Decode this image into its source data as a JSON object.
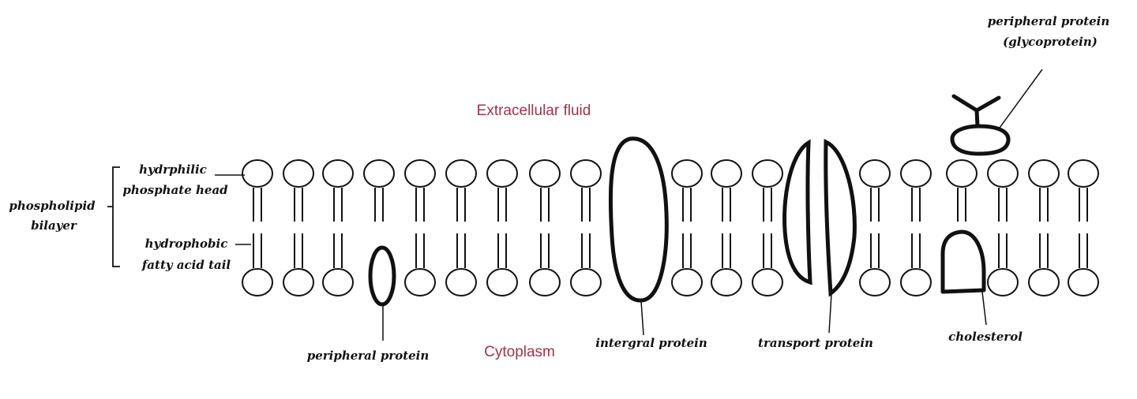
{
  "regions": {
    "extracellular": "Extracellular fluid",
    "cytoplasm": "Cytoplasm"
  },
  "labels": {
    "hydrophilic_line1": "hydrphilic",
    "hydrophilic_line2": "phosphate head",
    "hydrophobic_line1": "hydrophobic",
    "hydrophobic_line2": "fatty acid tail",
    "bilayer_line1": "phospholipid",
    "bilayer_line2": "bilayer",
    "peripheral_protein": "peripheral protein",
    "integral_protein": "intergral protein",
    "transport_protein": "transport protein",
    "cholesterol": "cholesterol",
    "glyco_line1": "peripheral protein",
    "glyco_line2": "(glycoprotein)"
  },
  "colors": {
    "region_text": "#9b3548",
    "stroke": "#111111"
  }
}
